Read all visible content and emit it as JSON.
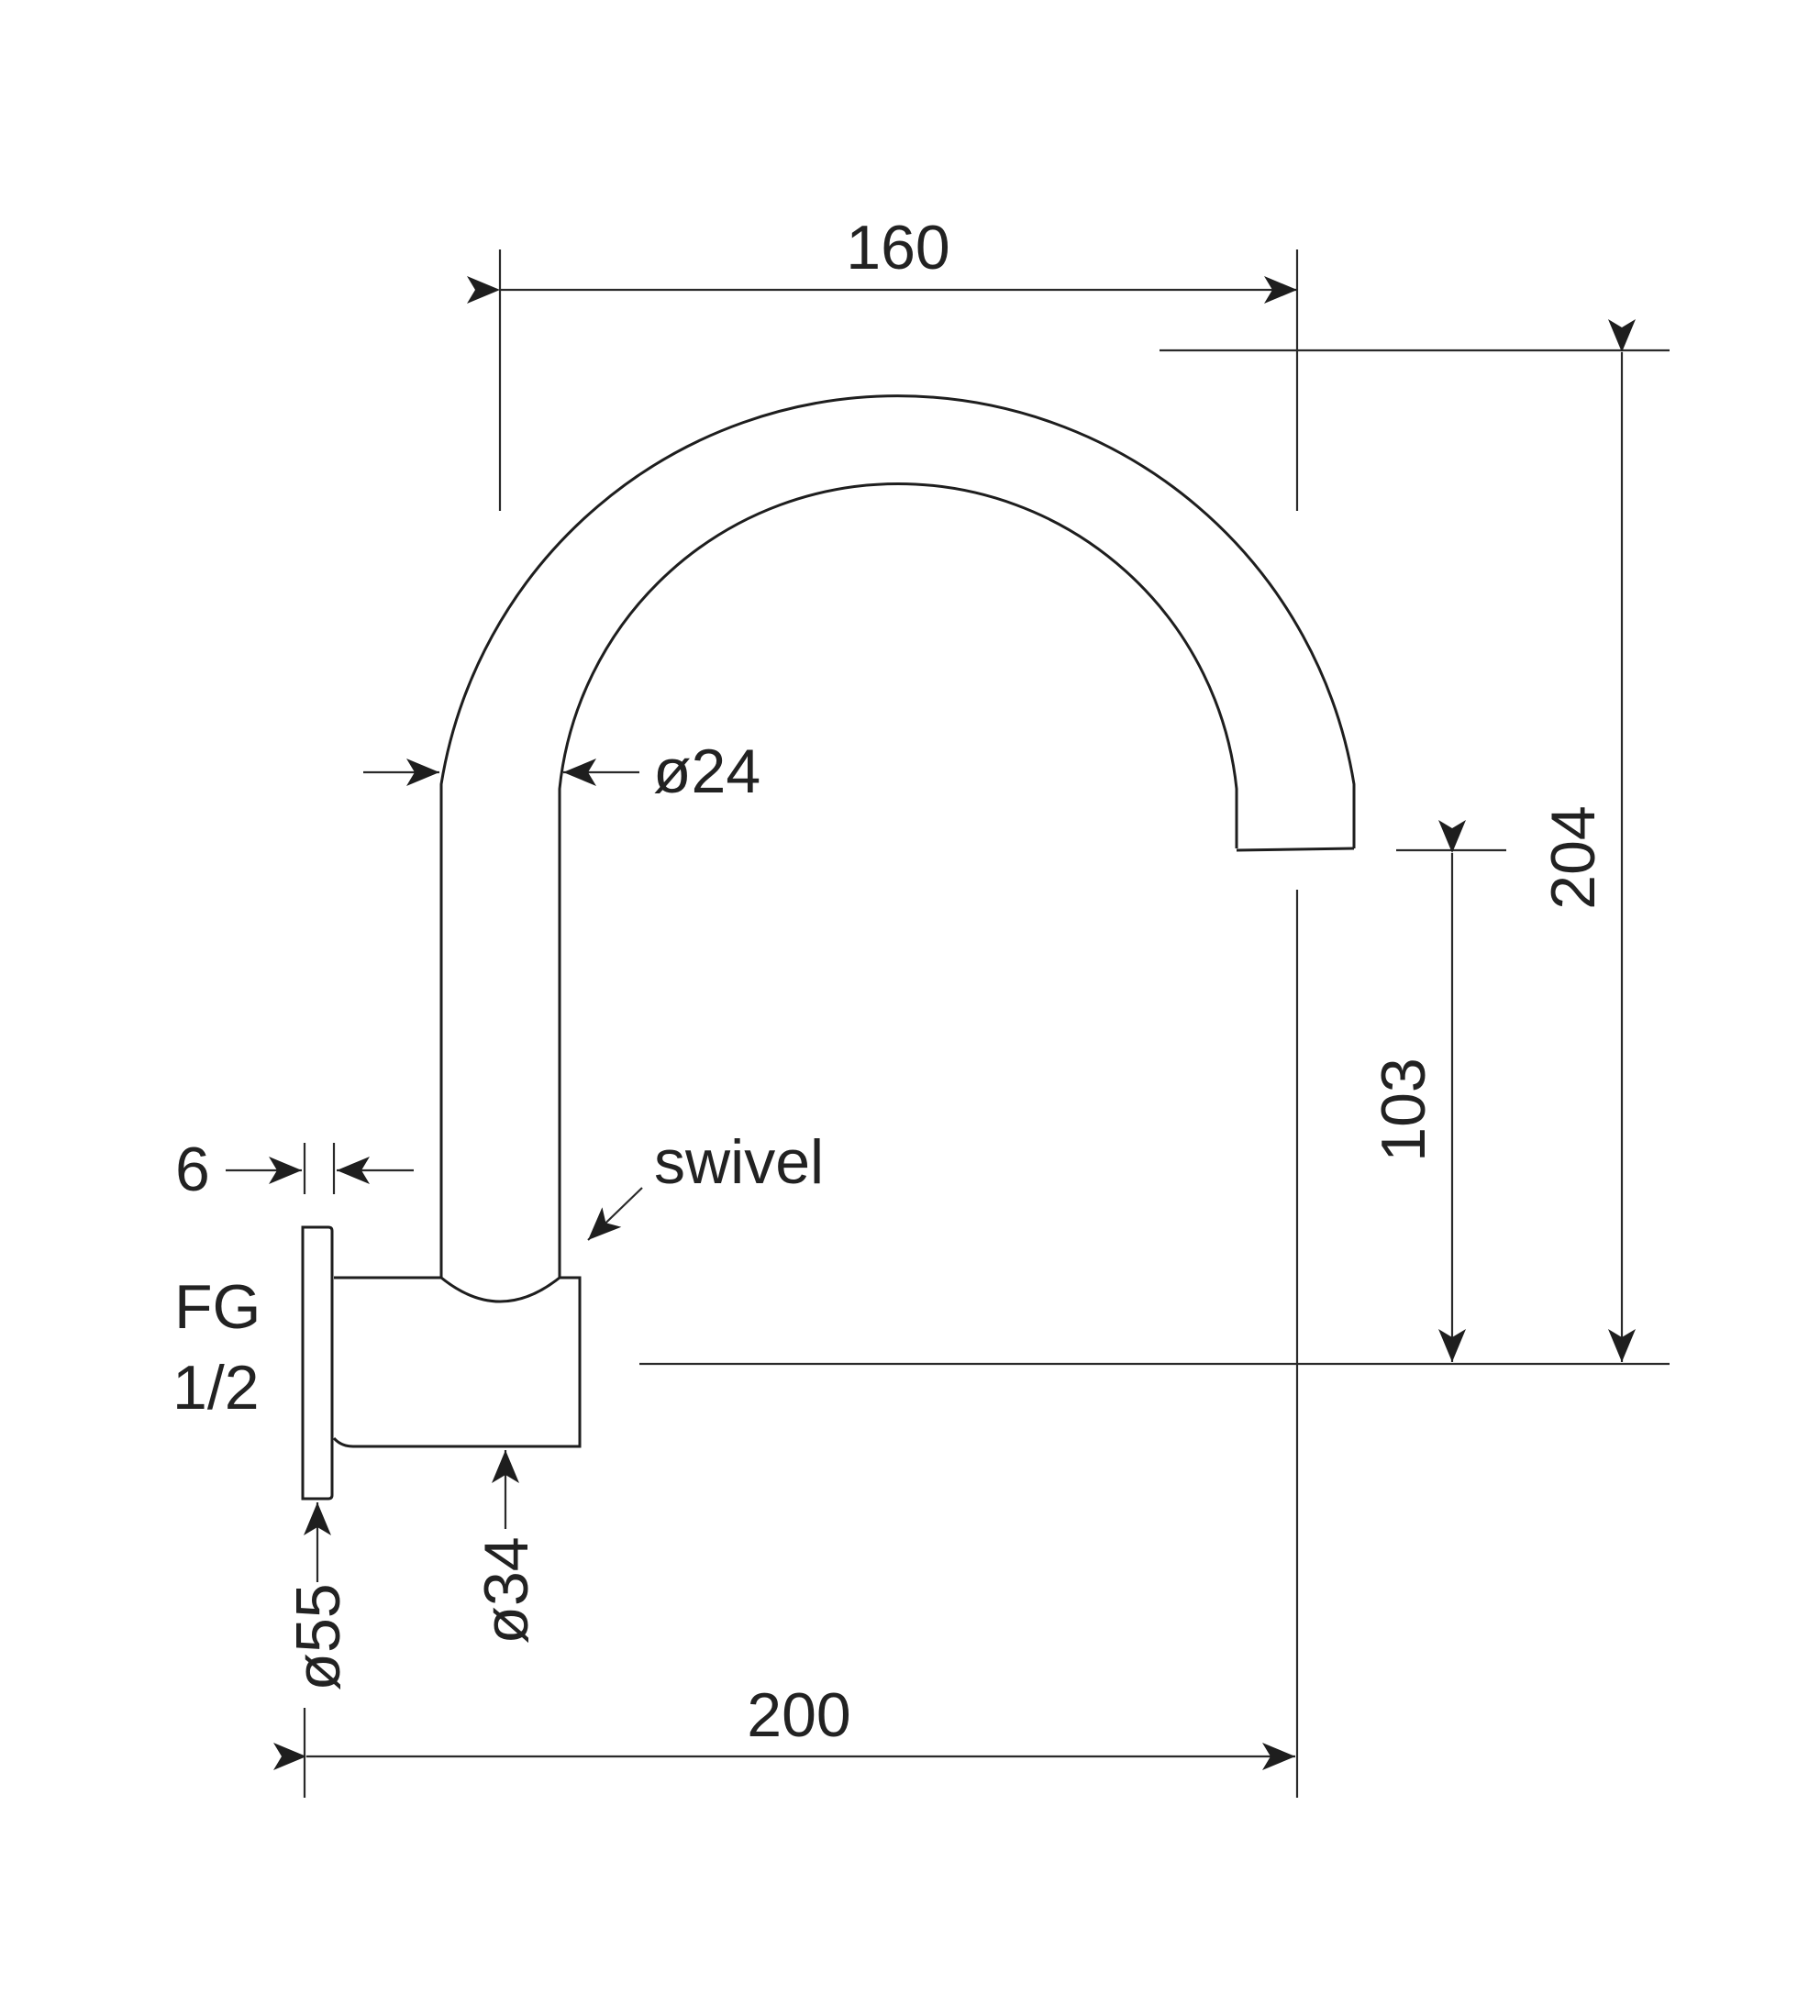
{
  "diagram": {
    "dimensions": {
      "top_width": "160",
      "pipe_diameter": "ø24",
      "total_height": "204",
      "outlet_height": "103",
      "flange_thickness": "6",
      "swivel_label": "swivel",
      "thread_line1": "FG",
      "thread_line2": "1/2",
      "flange_diameter": "ø55",
      "body_diameter": "ø34",
      "total_projection": "200"
    }
  }
}
